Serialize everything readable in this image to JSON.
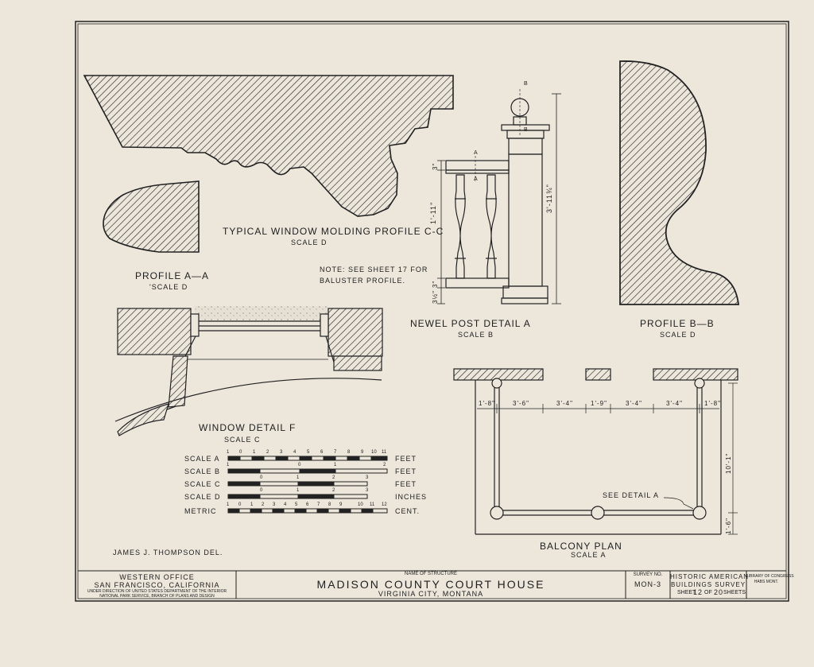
{
  "drawings": {
    "window_molding": {
      "title": "TYPICAL WINDOW MOLDING PROFILE C-C",
      "scale": "SCALE D"
    },
    "profile_aa": {
      "title": "PROFILE A—A",
      "scale": "'SCALE D"
    },
    "note": {
      "line1": "NOTE: SEE SHEET 17 FOR",
      "line2": "BALUSTER PROFILE."
    },
    "newel_post": {
      "title": "NEWEL POST DETAIL A",
      "scale": "SCALE B",
      "dim_total": "3'-11¾\"",
      "dim_baluster": "1'-11\"",
      "dim_top": "3\"",
      "dim_bottom": "3\"",
      "dim_base": "3½\"",
      "section_b": "B",
      "section_a": "A"
    },
    "profile_bb": {
      "title": "PROFILE B—B",
      "scale": "SCALE D"
    },
    "window_detail": {
      "title": "WINDOW DETAIL F",
      "scale": "SCALE C"
    },
    "balcony_plan": {
      "title": "BALCONY PLAN",
      "scale": "SCALE A",
      "dims": [
        "1'-8\"",
        "3'-6\"",
        "3'-4\"",
        "1'-9\"",
        "3'-4\"",
        "3'-4\"",
        "1'-8\""
      ],
      "dim_depth": "10'-1\"",
      "dim_bottom": "1'-6\"",
      "callout": "SEE DETAIL A"
    }
  },
  "scales": [
    {
      "name": "SCALE A",
      "ticks": [
        "1",
        "0",
        "1",
        "2",
        "3",
        "4",
        "5",
        "6",
        "7",
        "8",
        "9",
        "10",
        "11"
      ],
      "unit": "FEET"
    },
    {
      "name": "SCALE B",
      "ticks": [
        "1",
        "0",
        "1",
        "2"
      ],
      "unit": "FEET"
    },
    {
      "name": "SCALE C",
      "ticks": [
        "0",
        "1",
        "2",
        "3"
      ],
      "unit": "FEET"
    },
    {
      "name": "SCALE D",
      "ticks": [
        "0",
        "1",
        "2",
        "3"
      ],
      "unit": "INCHES"
    },
    {
      "name": "METRIC",
      "ticks": [
        "1",
        "0",
        "1",
        "2",
        "3",
        "4",
        "5",
        "6",
        "7",
        "8",
        "9",
        "10",
        "11",
        "12"
      ],
      "unit": "CENT."
    }
  ],
  "delineator": "JAMES J. THOMPSON DEL.",
  "title_block": {
    "office": "WESTERN OFFICE",
    "city": "SAN FRANCISCO, CALIFORNIA",
    "direction1": "UNDER DIRECTION OF UNITED STATES DEPARTMENT OF THE INTERIOR",
    "direction2": "NATIONAL PARK SERVICE, BRANCH OF PLANS AND DESIGN",
    "name_label": "NAME OF STRUCTURE",
    "structure": "MADISON COUNTY COURT HOUSE",
    "location": "VIRGINIA CITY, MONTANA",
    "survey_label": "SURVEY NO.",
    "survey_no": "MON-3",
    "survey_line1": "HISTORIC AMERICAN",
    "survey_line2": "BUILDINGS SURVEY",
    "sheet_label": "SHEET",
    "sheet_no": "12",
    "of_label": "OF",
    "sheet_total": "20",
    "sheets_label": "SHEETS",
    "library1": "LIBRARY OF CONGRESS",
    "library2": "HABS MONT."
  }
}
